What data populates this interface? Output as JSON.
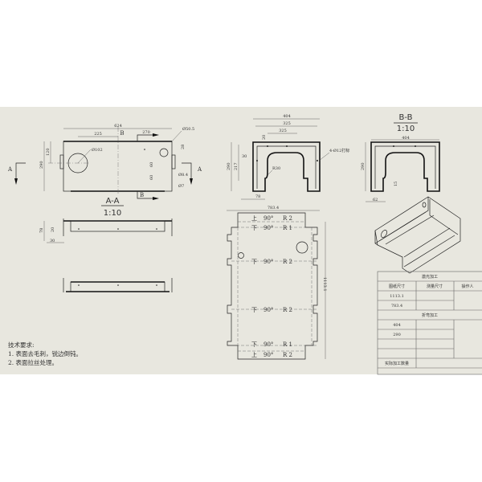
{
  "view_aa": {
    "dims": {
      "width": "624",
      "hole_offset": "225",
      "right_offset": "270",
      "small_hole": "Ø50.5",
      "big_hole": "Ø102",
      "height": "290",
      "half_height": "120",
      "d1": "28",
      "d2": "60",
      "d3": "60",
      "hole_84": "Ø8.4",
      "hole_7": "Ø7"
    },
    "section_mark_left": "A",
    "section_mark_right": "A",
    "cut_mark_top": "B",
    "cut_mark_bottom": "B",
    "title": "A-A",
    "scale": "1:10"
  },
  "side_view": {
    "dims": {
      "h": "78",
      "a": "20",
      "b": "30"
    }
  },
  "front_view": {
    "dims": {
      "width": "404",
      "inner1": "325",
      "inner2": "325",
      "top": "20",
      "left": "30",
      "height": "290",
      "inner_h": "217",
      "radius": "R30",
      "foot": "78"
    },
    "note": "4-Ø12打标"
  },
  "view_bb": {
    "title": "B-B",
    "scale": "1:10",
    "dims": {
      "width": "404",
      "height": "290",
      "slot": "15",
      "foot": "62"
    }
  },
  "flat_pattern": {
    "dims": {
      "width": "783.4",
      "height": "1113.1"
    },
    "bends": [
      {
        "dir": "上",
        "angle": "90°",
        "radius": "R 2"
      },
      {
        "dir": "下",
        "angle": "90°",
        "radius": "R 1"
      },
      {
        "dir": "下",
        "angle": "90°",
        "radius": "R 2"
      },
      {
        "dir": "下",
        "angle": "90°",
        "radius": "R 2"
      },
      {
        "dir": "下",
        "angle": "90°",
        "radius": "R 1"
      },
      {
        "dir": "上",
        "angle": "90°",
        "radius": "R 2"
      }
    ]
  },
  "tech_notes": {
    "title": "技术要求:",
    "items": [
      "1. 表面去毛刺，锐边倒钝。",
      "2. 表面拉丝处理。"
    ]
  },
  "table": {
    "laser_header": "激光加工",
    "col_drawing": "图纸尺寸",
    "col_measured": "测量尺寸",
    "col_operator": "操作人",
    "laser_rows": [
      "1113.1",
      "783.4"
    ],
    "bend_header": "折弯加工",
    "bend_rows": [
      "404",
      "290"
    ],
    "footer": "实际加工数量"
  }
}
